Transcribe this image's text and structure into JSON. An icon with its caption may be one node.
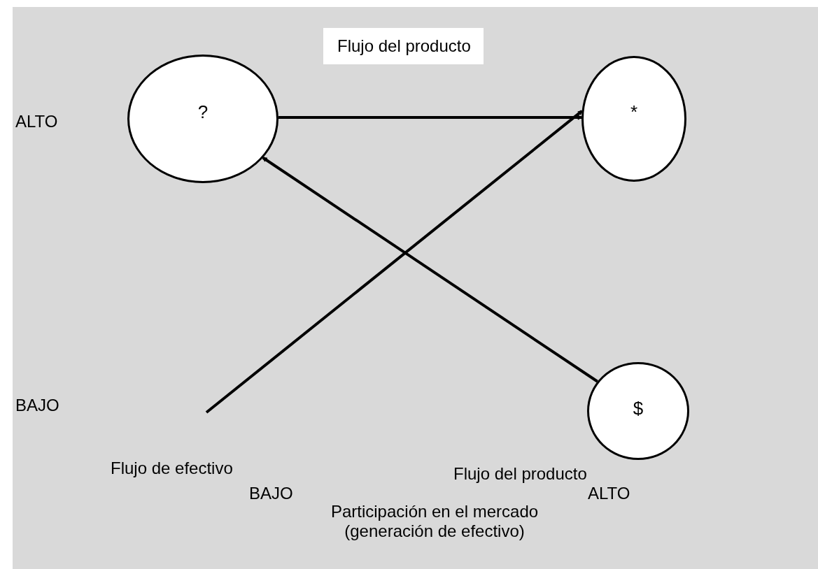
{
  "diagram": {
    "nodes": [
      {
        "text": [
          "?"
        ]
      },
      {
        "text": [
          "*"
        ]
      },
      {
        "text": [
          "$"
        ]
      }
    ],
    "edges": [
      {
        "from": 0,
        "to": 1,
        "arrow": "to"
      },
      {
        "from": 2,
        "to": 0,
        "arrow": "to"
      },
      {
        "from": null,
        "to": 1,
        "arrow": "to"
      }
    ],
    "labels": [
      "Flujo del producto",
      "ALTO",
      "BAJO",
      "Flujo de efectivo",
      "Flujo del producto",
      "BAJO",
      "ALTO",
      "Participación en el mercado (generación de efectivo)"
    ]
  }
}
